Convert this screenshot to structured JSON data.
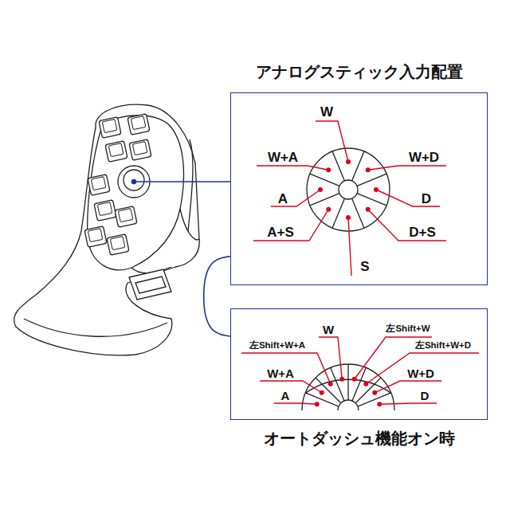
{
  "diagram": {
    "nodes": [
      {
        "text": [
          "アナログスティック入力配置"
        ]
      },
      {
        "text": [
          "オートダッシュ機能オン時"
        ]
      }
    ],
    "edges": [
      {
        "from": 0,
        "to": 1,
        "arrow": "none"
      }
    ],
    "labels": [
      "W",
      "W+A",
      "W+D",
      "A",
      "D",
      "A+S",
      "D+S",
      "S",
      "左Shift+W+A",
      "W",
      "左Shift+W",
      "左Shift+W+D",
      "W+A",
      "W+D",
      "A",
      "D"
    ]
  }
}
